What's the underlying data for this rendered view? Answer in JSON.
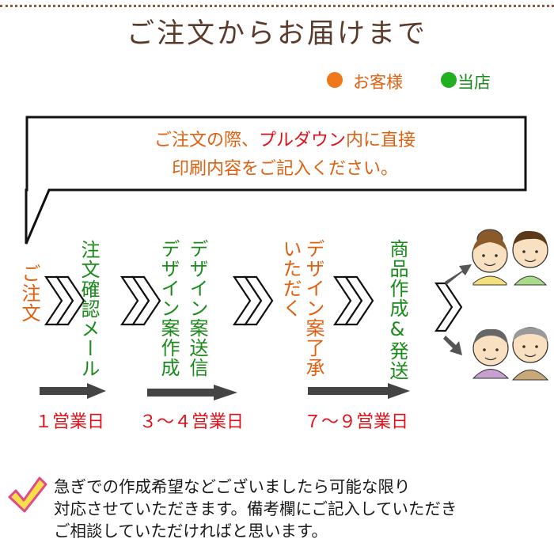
{
  "title": "ご注文からお届けまで",
  "legend": [
    {
      "label": "お客様",
      "color": "#f07818"
    },
    {
      "label": "当店",
      "color": "#20b020"
    }
  ],
  "bubble": {
    "line1_part1": "ご注文の際、",
    "line1_part2": "プルダウン",
    "line1_part3": "内に直接",
    "line2": "印刷内容をご記入ください。"
  },
  "steps": [
    {
      "label": "ご注文",
      "who": "customer"
    },
    {
      "label": "注文確認メール",
      "who": "shop"
    },
    {
      "label": "デザイン案作成",
      "who": "shop"
    },
    {
      "label": "デザイン案送信",
      "who": "shop"
    },
    {
      "label": "デザイン案了承",
      "who": "customer"
    },
    {
      "label": "いただく",
      "who": "customer"
    },
    {
      "label": "商品作成&発送",
      "who": "shop"
    }
  ],
  "timeline": [
    {
      "label": "１営業日"
    },
    {
      "label": "３～４営業日"
    },
    {
      "label": "７～９営業日"
    }
  ],
  "note": {
    "line1": "急ぎでの作成希望などございましたら可能な限り",
    "line2": "対応させていただきます。備考欄にご記入していただき",
    "line3": "ご相談していただければと思います。"
  },
  "colors": {
    "customer": "#e06010",
    "shop": "#1a8a1a",
    "accent_red": "#e0101a",
    "title_brown": "#5a3a2a",
    "arrow_gray": "#444444"
  },
  "icons": [
    "chevron-right-icon",
    "arrow-right-icon",
    "people-icon",
    "check-icon"
  ]
}
